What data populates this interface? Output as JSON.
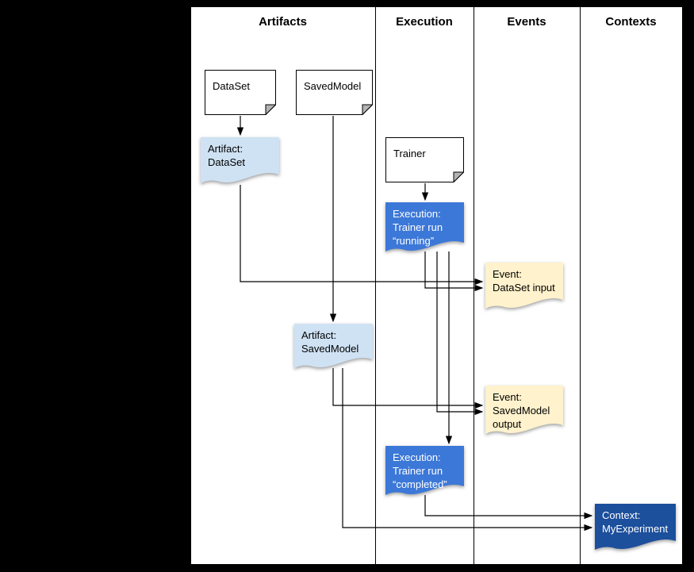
{
  "columns": [
    {
      "label": "Artifacts"
    },
    {
      "label": "Execution"
    },
    {
      "label": "Events"
    },
    {
      "label": "Contexts"
    }
  ],
  "nodes": {
    "dataset_doc": {
      "label": "DataSet",
      "color": "#ffffff",
      "text_color": "#000000"
    },
    "savedmodel_doc": {
      "label": "SavedModel",
      "color": "#ffffff",
      "text_color": "#000000"
    },
    "trainer_doc": {
      "label": "Trainer",
      "color": "#ffffff",
      "text_color": "#000000"
    },
    "artifact_dataset": {
      "label": "Artifact:\nDataSet",
      "color": "#cfe2f3",
      "text_color": "#000000"
    },
    "execution_running": {
      "label": "Execution:\nTrainer run\n“running”",
      "color": "#3c78d8",
      "text_color": "#ffffff"
    },
    "event_dataset_input": {
      "label": "Event:\nDataSet input",
      "color": "#fff2cc",
      "text_color": "#000000"
    },
    "artifact_savedmodel": {
      "label": "Artifact:\nSavedModel",
      "color": "#cfe2f3",
      "text_color": "#000000"
    },
    "event_savedmodel_output": {
      "label": "Event:\nSavedModel\noutput",
      "color": "#fff2cc",
      "text_color": "#000000"
    },
    "execution_completed": {
      "label": "Execution:\nTrainer run\n“completed”",
      "color": "#3c78d8",
      "text_color": "#ffffff"
    },
    "context_myexperiment": {
      "label": "Context:\nMyExperiment",
      "color": "#1c4f9c",
      "text_color": "#ffffff"
    }
  },
  "edges": [
    {
      "from": "dataset_doc",
      "to": "artifact_dataset"
    },
    {
      "from": "savedmodel_doc",
      "to": "artifact_savedmodel"
    },
    {
      "from": "trainer_doc",
      "to": "execution_running"
    },
    {
      "from": "artifact_dataset",
      "to": "event_dataset_input"
    },
    {
      "from": "execution_running",
      "to": "event_dataset_input"
    },
    {
      "from": "execution_running",
      "to": "event_savedmodel_output"
    },
    {
      "from": "execution_running",
      "to": "execution_completed"
    },
    {
      "from": "artifact_savedmodel",
      "to": "event_savedmodel_output"
    },
    {
      "from": "artifact_savedmodel",
      "to": "context_myexperiment"
    },
    {
      "from": "execution_completed",
      "to": "context_myexperiment"
    }
  ],
  "colors": {
    "edge": "#000000",
    "artifact_fill": "#cfe2f3",
    "execution_fill": "#3c78d8",
    "event_fill": "#fff2cc",
    "context_fill": "#1c4f9c",
    "background": "#000000",
    "panel": "#ffffff"
  }
}
